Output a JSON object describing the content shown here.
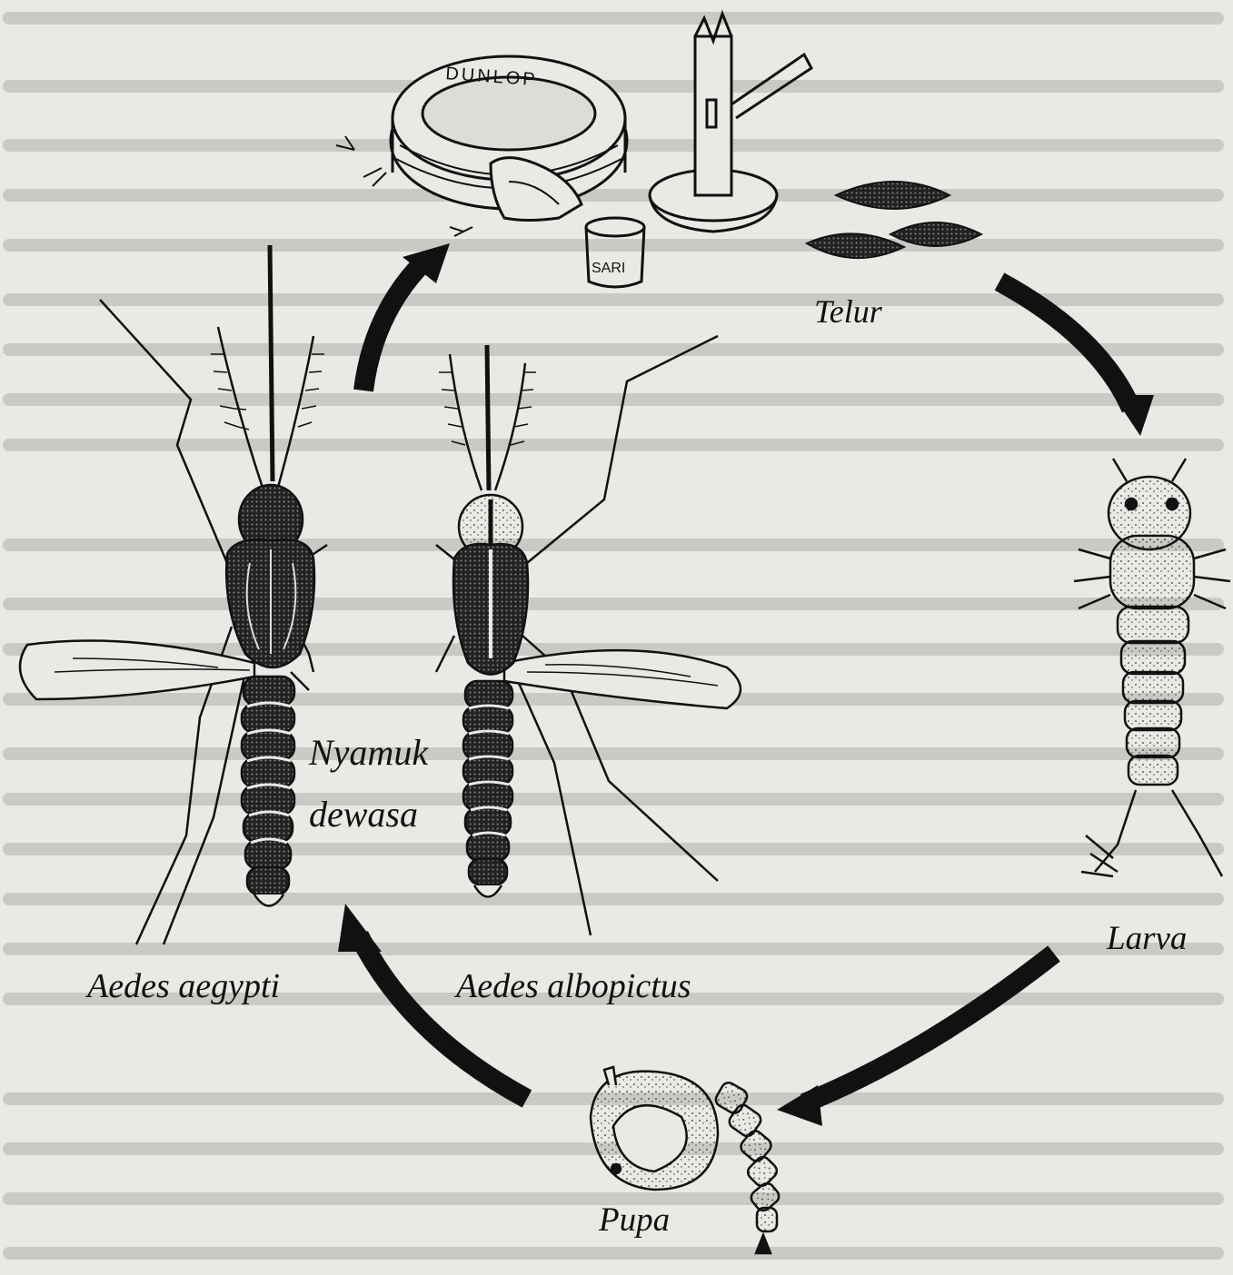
{
  "labels": {
    "telur": "Telur",
    "larva": "Larva",
    "pupa": "Pupa",
    "nyamuk_line1": "Nyamuk",
    "nyamuk_line2": "dewasa",
    "aegypti": "Aedes aegypti",
    "albopictus": "Aedes albopictus"
  },
  "scene_text": {
    "tire_brand": "DUNLOP",
    "can_brand": "SARI"
  },
  "colors": {
    "paper": "#e9e9e6",
    "ink": "#111111",
    "background_text": "#c9c9c5"
  }
}
